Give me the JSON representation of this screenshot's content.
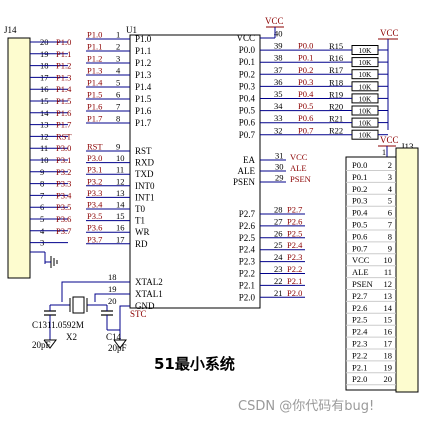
{
  "diagram": {
    "title": "51最小系统",
    "watermark": "CSDN @你代码有bug!",
    "colors": {
      "wire": "#00008b",
      "net": "#8b0000",
      "part": "#000000",
      "header_fill": "#fdfccf",
      "chip_fill": "#ffffff"
    }
  },
  "j14": {
    "ref": "J14",
    "pins": [
      {
        "num": "20",
        "label": "P1.0"
      },
      {
        "num": "19",
        "label": "P1.1"
      },
      {
        "num": "18",
        "label": "P1.2"
      },
      {
        "num": "17",
        "label": "P1.3"
      },
      {
        "num": "16",
        "label": "P1.4"
      },
      {
        "num": "15",
        "label": "P1.5"
      },
      {
        "num": "14",
        "label": "P1.6"
      },
      {
        "num": "13",
        "label": "P1.7"
      },
      {
        "num": "12",
        "label": "RST"
      },
      {
        "num": "11",
        "label": "P3.0"
      },
      {
        "num": "10",
        "label": "P3.1"
      },
      {
        "num": "9",
        "label": "P3.2"
      },
      {
        "num": "8",
        "label": "P3.3"
      },
      {
        "num": "7",
        "label": "P3.4"
      },
      {
        "num": "6",
        "label": "P3.5"
      },
      {
        "num": "5",
        "label": "P3.6"
      },
      {
        "num": "4",
        "label": "P3.7"
      },
      {
        "num": "3",
        "label": ""
      }
    ]
  },
  "u1": {
    "ref": "U1",
    "left_pins": [
      {
        "num": "1",
        "name": "P1.0",
        "net": "P1.0"
      },
      {
        "num": "2",
        "name": "P1.1",
        "net": "P1.1"
      },
      {
        "num": "3",
        "name": "P1.2",
        "net": "P1.2"
      },
      {
        "num": "4",
        "name": "P1.3",
        "net": "P1.3"
      },
      {
        "num": "5",
        "name": "P1.4",
        "net": "P1.4"
      },
      {
        "num": "6",
        "name": "P1.5",
        "net": "P1.5"
      },
      {
        "num": "7",
        "name": "P1.6",
        "net": "P1.6"
      },
      {
        "num": "8",
        "name": "P1.7",
        "net": "P1.7"
      },
      {
        "num": "9",
        "name": "RST",
        "net": "RST"
      },
      {
        "num": "10",
        "name": "RXD",
        "net": "P3.0"
      },
      {
        "num": "11",
        "name": "TXD",
        "net": "P3.1"
      },
      {
        "num": "12",
        "name": "INT0",
        "net": "P3.2"
      },
      {
        "num": "13",
        "name": "INT1",
        "net": "P3.3"
      },
      {
        "num": "14",
        "name": "T0",
        "net": "P3.4"
      },
      {
        "num": "15",
        "name": "T1",
        "net": "P3.5"
      },
      {
        "num": "16",
        "name": "WR",
        "net": "P3.6"
      },
      {
        "num": "17",
        "name": "RD",
        "net": "P3.7"
      }
    ],
    "left_bottom_pins": [
      {
        "num": "18",
        "name": "XTAL2"
      },
      {
        "num": "19",
        "name": "XTAL1"
      },
      {
        "num": "20",
        "name": "GND"
      }
    ],
    "right_top_pins": [
      {
        "num": "40",
        "name": "VCC",
        "net": ""
      },
      {
        "num": "39",
        "name": "P0.0",
        "net": "P0.0"
      },
      {
        "num": "38",
        "name": "P0.1",
        "net": "P0.1"
      },
      {
        "num": "37",
        "name": "P0.2",
        "net": "P0.2"
      },
      {
        "num": "36",
        "name": "P0.3",
        "net": "P0.3"
      },
      {
        "num": "35",
        "name": "P0.4",
        "net": "P0.4"
      },
      {
        "num": "34",
        "name": "P0.5",
        "net": "P0.5"
      },
      {
        "num": "33",
        "name": "P0.6",
        "net": "P0.6"
      },
      {
        "num": "32",
        "name": "P0.7",
        "net": "P0.7"
      }
    ],
    "right_mid_pins": [
      {
        "num": "31",
        "name": "EA",
        "net": "VCC"
      },
      {
        "num": "30",
        "name": "ALE",
        "net": "ALE"
      },
      {
        "num": "29",
        "name": "PSEN",
        "net": "PSEN"
      }
    ],
    "right_bottom_pins": [
      {
        "num": "28",
        "name": "P2.7",
        "net": "P2.7"
      },
      {
        "num": "27",
        "name": "P2.6",
        "net": "P2.6"
      },
      {
        "num": "26",
        "name": "P2.5",
        "net": "P2.5"
      },
      {
        "num": "25",
        "name": "P2.4",
        "net": "P2.4"
      },
      {
        "num": "24",
        "name": "P2.3",
        "net": "P2.3"
      },
      {
        "num": "23",
        "name": "P2.2",
        "net": "P2.2"
      },
      {
        "num": "22",
        "name": "P2.1",
        "net": "P2.1"
      },
      {
        "num": "21",
        "name": "P2.0",
        "net": "P2.0"
      }
    ]
  },
  "pullups": {
    "vcc_label": "VCC",
    "items": [
      {
        "ref": "R15",
        "value": "10K"
      },
      {
        "ref": "R16",
        "value": "10K"
      },
      {
        "ref": "R17",
        "value": "10K"
      },
      {
        "ref": "R18",
        "value": "10K"
      },
      {
        "ref": "R19",
        "value": "10K"
      },
      {
        "ref": "R20",
        "value": "10K"
      },
      {
        "ref": "R21",
        "value": "10K"
      },
      {
        "ref": "R22",
        "value": "10K"
      }
    ]
  },
  "power": {
    "top_vcc": "VCC",
    "j13_vcc": "VCC",
    "gnd_net": "STC"
  },
  "j13": {
    "ref": "J13",
    "top_pin": "1",
    "pins": [
      {
        "label": "P0.0",
        "num": "2"
      },
      {
        "label": "P0.1",
        "num": "3"
      },
      {
        "label": "P0.2",
        "num": "4"
      },
      {
        "label": "P0.3",
        "num": "5"
      },
      {
        "label": "P0.4",
        "num": "6"
      },
      {
        "label": "P0.5",
        "num": "7"
      },
      {
        "label": "P0.6",
        "num": "8"
      },
      {
        "label": "P0.7",
        "num": "9"
      },
      {
        "label": "VCC",
        "num": "10"
      },
      {
        "label": "ALE",
        "num": "11"
      },
      {
        "label": "PSEN",
        "num": "12"
      },
      {
        "label": "P2.7",
        "num": "13"
      },
      {
        "label": "P2.6",
        "num": "14"
      },
      {
        "label": "P2.5",
        "num": "15"
      },
      {
        "label": "P2.4",
        "num": "16"
      },
      {
        "label": "P2.3",
        "num": "17"
      },
      {
        "label": "P2.2",
        "num": "18"
      },
      {
        "label": "P2.1",
        "num": "19"
      },
      {
        "label": "P2.0",
        "num": "20"
      }
    ]
  },
  "crystal": {
    "c13": {
      "ref": "C13",
      "value": "20pF"
    },
    "x2": {
      "ref": "X2",
      "value": "11.0592M"
    },
    "c14": {
      "ref": "C14",
      "value": "20pF"
    }
  }
}
